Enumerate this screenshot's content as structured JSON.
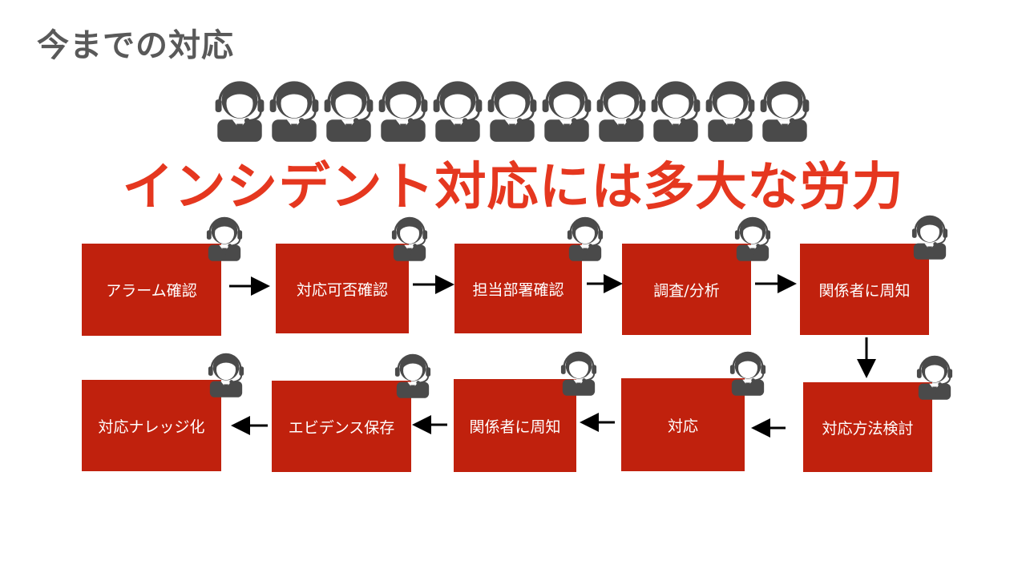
{
  "title": "今までの対応",
  "headline": "インシデント対応には多大な労力",
  "icon": "operator-headset-icon",
  "colors": {
    "step_fill": "#c0210d",
    "headline": "#e5371f",
    "title": "#595959",
    "icon": "#4a4a4a",
    "arrow": "#000000"
  },
  "steps_row1": [
    "アラーム確認",
    "対応可否確認",
    "担当部署確認",
    "調査/分析",
    "関係者に周知"
  ],
  "steps_row2": [
    "対応ナレッジ化",
    "エビデンス保存",
    "関係者に周知",
    "対応",
    "対応方法検討"
  ]
}
